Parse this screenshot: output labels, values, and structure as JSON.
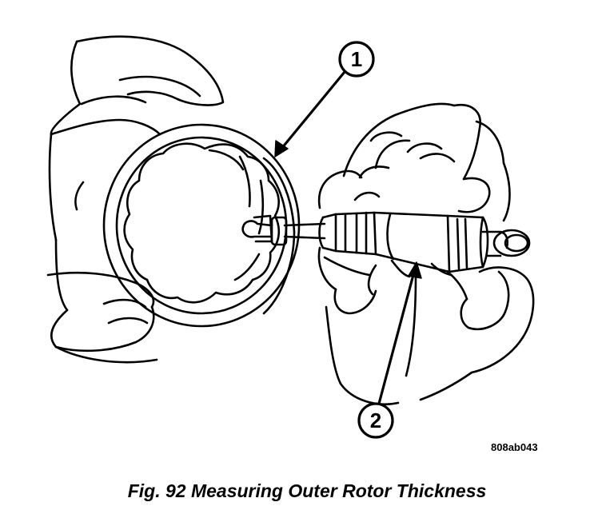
{
  "figure": {
    "callouts": [
      {
        "number": "1",
        "part": "outer-rotor"
      },
      {
        "number": "2",
        "part": "micrometer"
      }
    ],
    "image_code": "808ab043",
    "caption": "Fig. 92 Measuring Outer Rotor Thickness"
  }
}
